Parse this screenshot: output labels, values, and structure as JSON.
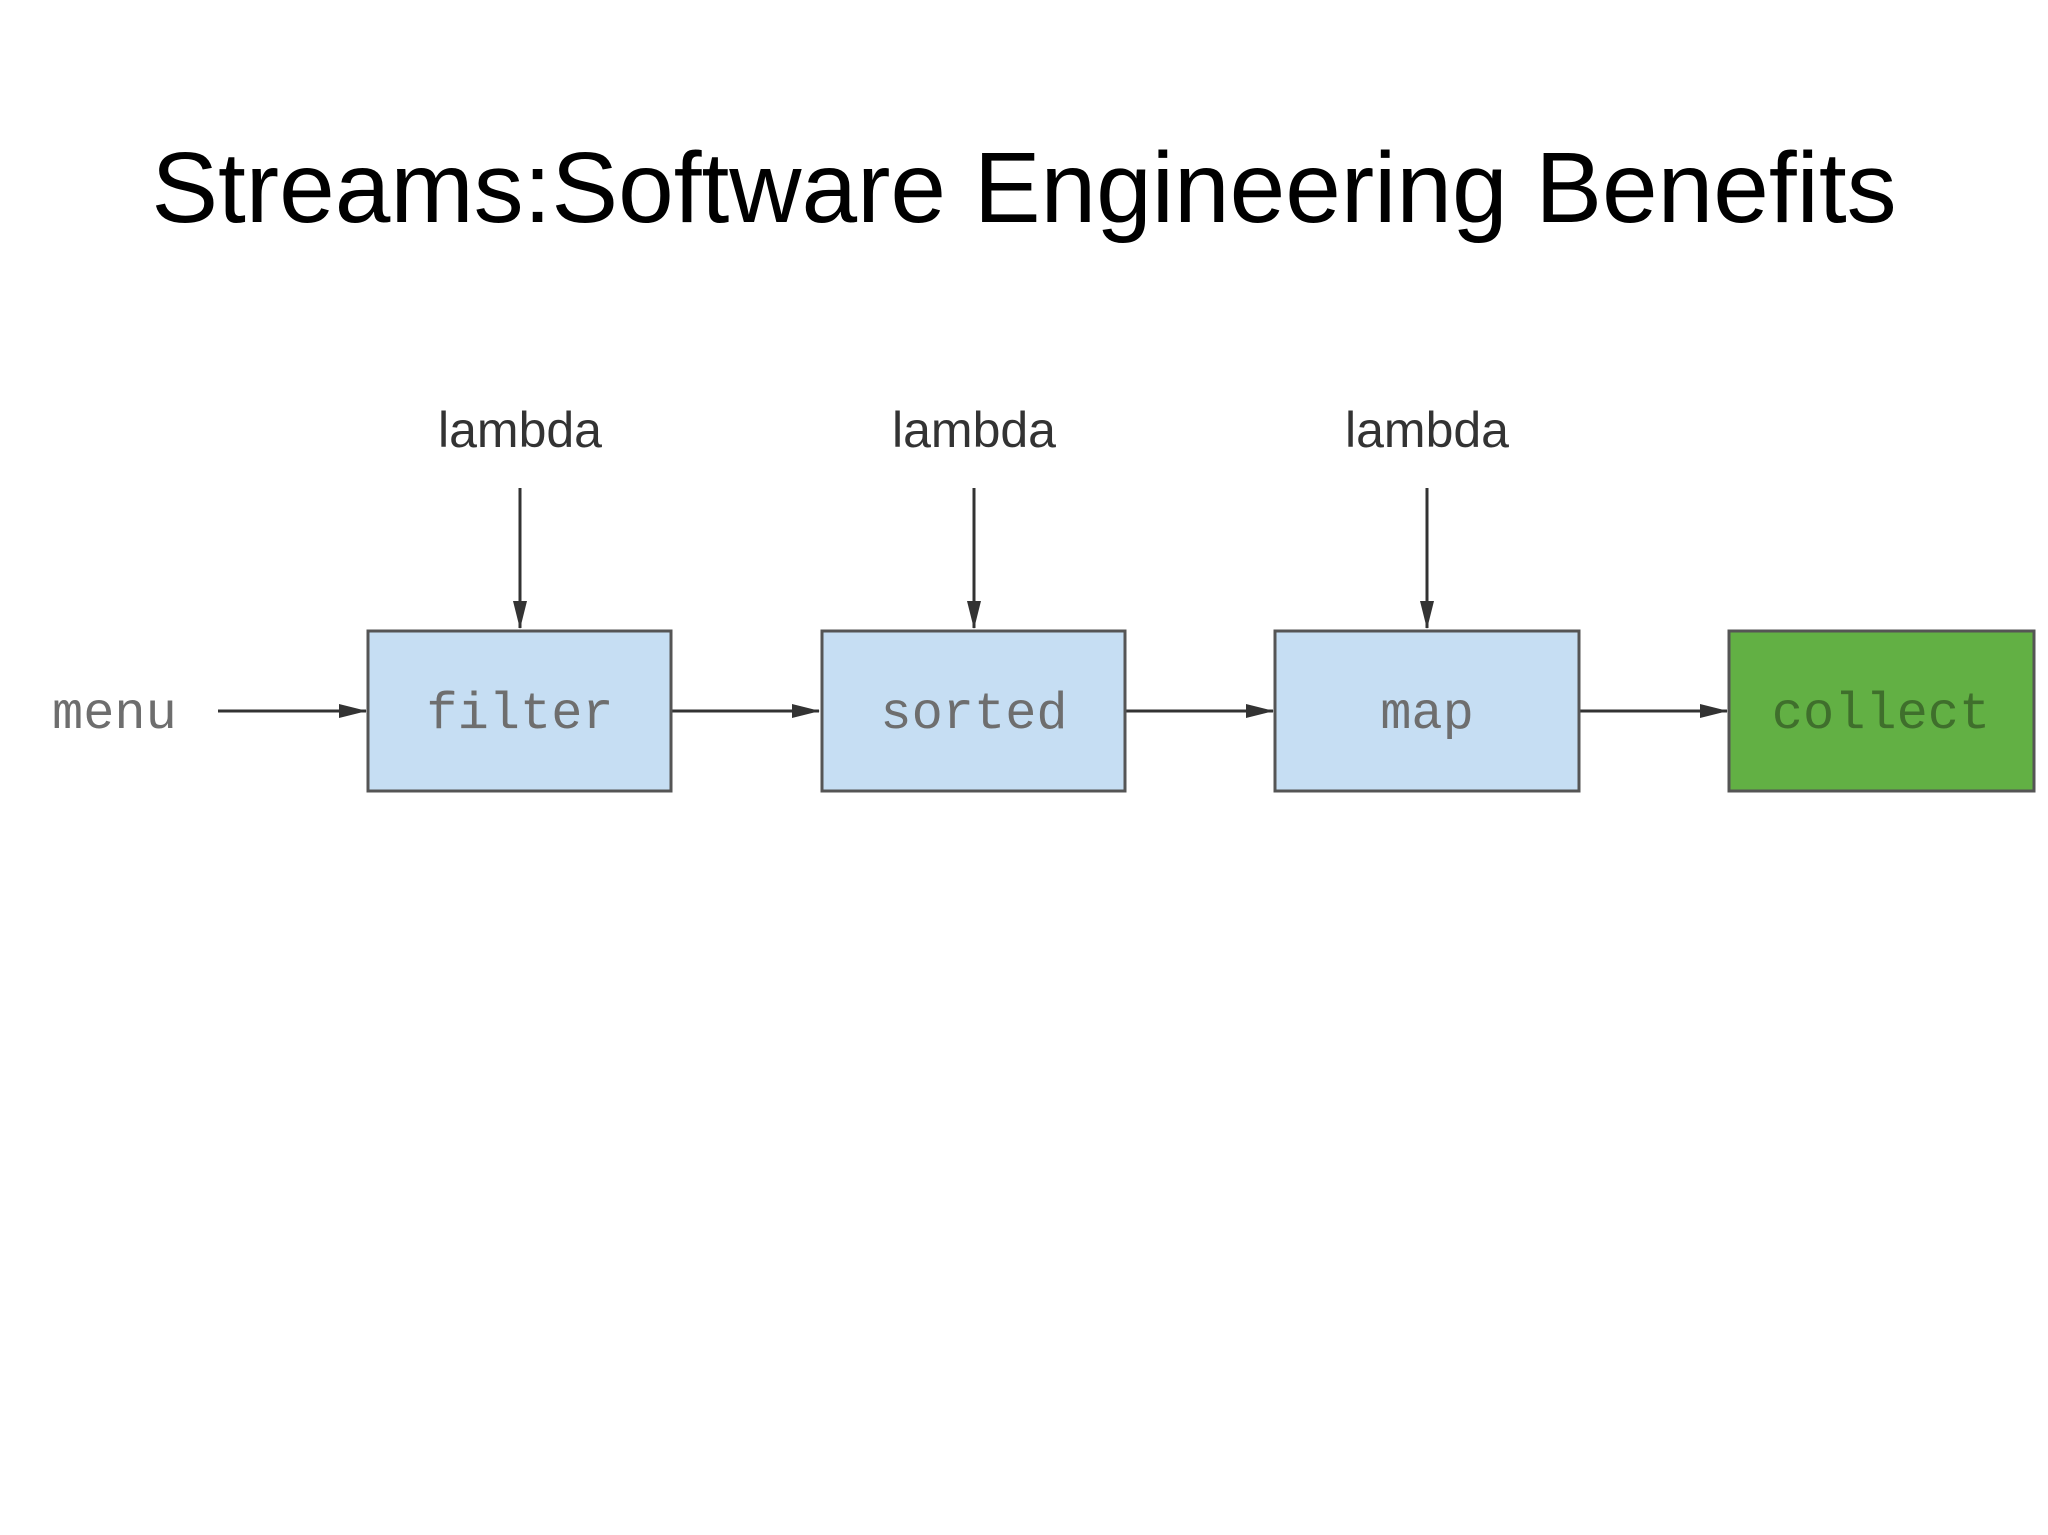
{
  "slide": {
    "title": "Streams:Software Engineering Benefits"
  },
  "diagram": {
    "source_label": "menu",
    "stages": [
      {
        "id": "filter",
        "label": "filter",
        "input_label": "lambda"
      },
      {
        "id": "sorted",
        "label": "sorted",
        "input_label": "lambda"
      },
      {
        "id": "map",
        "label": "map",
        "input_label": "lambda"
      },
      {
        "id": "collect",
        "label": "collect",
        "input_label": ""
      }
    ],
    "colors": {
      "intermediate_fill": "#c6def3",
      "terminal_fill": "#62b044",
      "box_stroke": "#555555",
      "arrow": "#333333",
      "label_text": "#6e6e6e",
      "terminal_text": "#3f6f2c"
    }
  }
}
